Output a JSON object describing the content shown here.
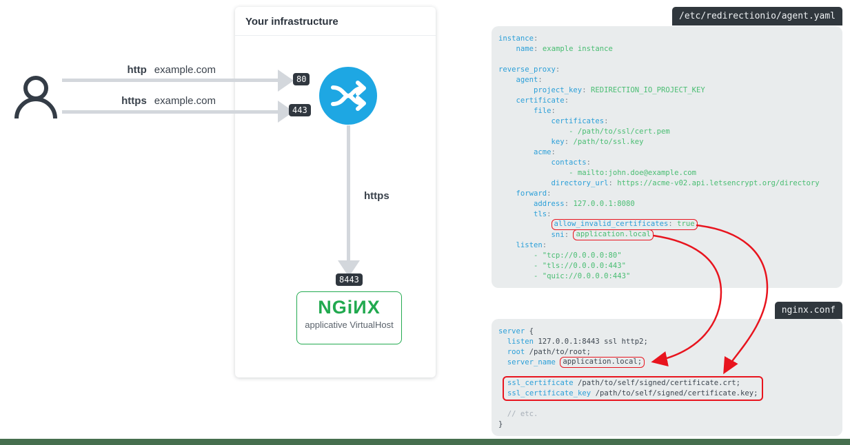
{
  "diagram": {
    "infra_title": "Your infrastructure",
    "flows": [
      {
        "protocol": "http",
        "host": "example.com",
        "port": "80"
      },
      {
        "protocol": "https",
        "host": "example.com",
        "port": "443"
      }
    ],
    "internal": {
      "protocol": "https",
      "port": "8443"
    },
    "nginx": {
      "logo": "NGiИX",
      "caption": "applicative VirtualHost"
    }
  },
  "yaml_panel": {
    "tab": "/etc/redirectionio/agent.yaml",
    "lines": [
      [
        [
          "k",
          "instance"
        ],
        [
          "p",
          ":"
        ]
      ],
      [
        [
          "t",
          "    "
        ],
        [
          "k",
          "name"
        ],
        [
          "p",
          ":"
        ],
        [
          "t",
          " "
        ],
        [
          "v",
          "example instance"
        ]
      ],
      [],
      [
        [
          "k",
          "reverse_proxy"
        ],
        [
          "p",
          ":"
        ]
      ],
      [
        [
          "t",
          "    "
        ],
        [
          "k",
          "agent"
        ],
        [
          "p",
          ":"
        ]
      ],
      [
        [
          "t",
          "        "
        ],
        [
          "k",
          "project_key"
        ],
        [
          "p",
          ":"
        ],
        [
          "t",
          " "
        ],
        [
          "v",
          "REDIRECTION_IO_PROJECT_KEY"
        ]
      ],
      [
        [
          "t",
          "    "
        ],
        [
          "k",
          "certificate"
        ],
        [
          "p",
          ":"
        ]
      ],
      [
        [
          "t",
          "        "
        ],
        [
          "k",
          "file"
        ],
        [
          "p",
          ":"
        ]
      ],
      [
        [
          "t",
          "            "
        ],
        [
          "k",
          "certificates"
        ],
        [
          "p",
          ":"
        ]
      ],
      [
        [
          "t",
          "                "
        ],
        [
          "v",
          "- /path/to/ssl/cert.pem"
        ]
      ],
      [
        [
          "t",
          "            "
        ],
        [
          "k",
          "key"
        ],
        [
          "p",
          ":"
        ],
        [
          "t",
          " "
        ],
        [
          "v",
          "/path/to/ssl.key"
        ]
      ],
      [
        [
          "t",
          "        "
        ],
        [
          "k",
          "acme"
        ],
        [
          "p",
          ":"
        ]
      ],
      [
        [
          "t",
          "            "
        ],
        [
          "k",
          "contacts"
        ],
        [
          "p",
          ":"
        ]
      ],
      [
        [
          "t",
          "                "
        ],
        [
          "v",
          "- mailto:john.doe@example.com"
        ]
      ],
      [
        [
          "t",
          "            "
        ],
        [
          "k",
          "directory_url"
        ],
        [
          "p",
          ":"
        ],
        [
          "t",
          " "
        ],
        [
          "v",
          "https://acme-v02.api.letsencrypt.org/directory"
        ]
      ],
      [
        [
          "t",
          "    "
        ],
        [
          "k",
          "forward"
        ],
        [
          "p",
          ":"
        ]
      ],
      [
        [
          "t",
          "        "
        ],
        [
          "k",
          "address"
        ],
        [
          "p",
          ":"
        ],
        [
          "t",
          " "
        ],
        [
          "v",
          "127.0.0.1:8080"
        ]
      ],
      [
        [
          "t",
          "        "
        ],
        [
          "k",
          "tls"
        ],
        [
          "p",
          ":"
        ]
      ],
      [
        [
          "t",
          "            "
        ],
        [
          "b",
          [
            [
              "k",
              "allow_invalid_certificates"
            ],
            [
              "p",
              ":"
            ],
            [
              "t",
              " "
            ],
            [
              "v",
              "true"
            ]
          ]
        ]
      ],
      [
        [
          "t",
          "            "
        ],
        [
          "k",
          "sni"
        ],
        [
          "p",
          ":"
        ],
        [
          "t",
          " "
        ],
        [
          "b",
          [
            [
              "v",
              "application.local"
            ]
          ]
        ]
      ],
      [
        [
          "t",
          "    "
        ],
        [
          "k",
          "listen"
        ],
        [
          "p",
          ":"
        ]
      ],
      [
        [
          "t",
          "        "
        ],
        [
          "v",
          "- \"tcp://0.0.0.0:80\""
        ]
      ],
      [
        [
          "t",
          "        "
        ],
        [
          "v",
          "- \"tls://0.0.0.0:443\""
        ]
      ],
      [
        [
          "t",
          "        "
        ],
        [
          "v",
          "- \"quic://0.0.0.0:443\""
        ]
      ]
    ]
  },
  "nginx_panel": {
    "tab": "nginx.conf",
    "group_box": {
      "start": 5,
      "end": 6
    },
    "lines": [
      [
        [
          "k",
          "server"
        ],
        [
          "d",
          " {"
        ]
      ],
      [
        [
          "d",
          "  "
        ],
        [
          "k",
          "listen"
        ],
        [
          "d",
          " 127.0.0.1:8443 ssl http2;"
        ]
      ],
      [
        [
          "d",
          "  "
        ],
        [
          "k",
          "root"
        ],
        [
          "d",
          " /path/to/root;"
        ]
      ],
      [
        [
          "d",
          "  "
        ],
        [
          "k",
          "server_name"
        ],
        [
          "d",
          " "
        ],
        [
          "b",
          [
            [
              "d",
              "application.local;"
            ]
          ]
        ]
      ],
      [],
      [
        [
          "k",
          "ssl_certificate"
        ],
        [
          "d",
          " /path/to/self/signed/certificate.crt;"
        ]
      ],
      [
        [
          "k",
          "ssl_certificate_key"
        ],
        [
          "d",
          " /path/to/self/signed/certificate.key;"
        ]
      ],
      [],
      [
        [
          "c",
          "  // etc."
        ]
      ],
      [
        [
          "d",
          "}"
        ]
      ]
    ]
  },
  "colors": {
    "proxy_blue": "#1ea7e3",
    "key_blue": "#2b9fd8",
    "value_green": "#49bd72",
    "text_dark": "#3d4650",
    "comment_gray": "#a8b0b8",
    "annotation_red": "#e8141e",
    "nginx_green": "#21a94f",
    "badge_bg": "#30373f",
    "panel_bg": "#e9eced",
    "arrow_gray": "#d3d7dc",
    "footer_green": "#466f4e"
  },
  "icons": {
    "user": "person-icon",
    "proxy": "shuffle-icon"
  }
}
